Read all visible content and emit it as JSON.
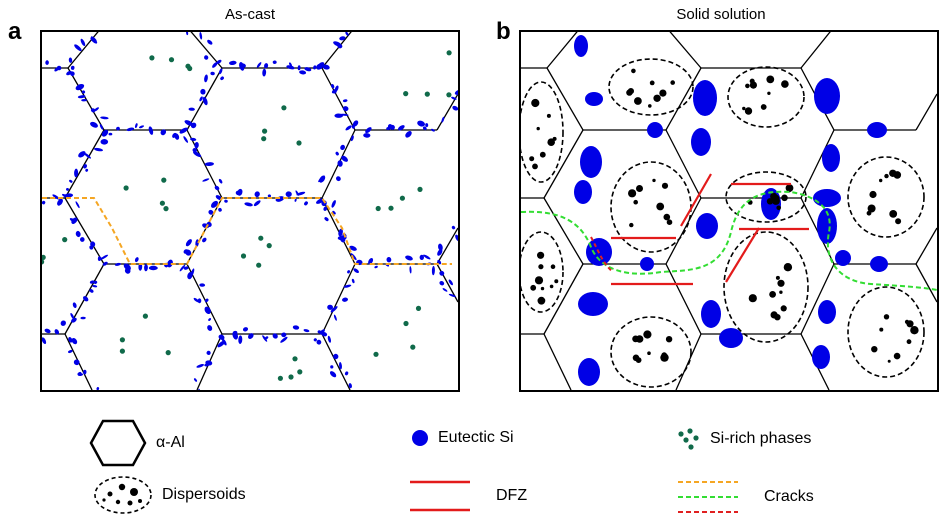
{
  "panels": [
    {
      "letter": "a",
      "title": "As-cast"
    },
    {
      "letter": "b",
      "title": "Solid solution"
    }
  ],
  "legend": {
    "alpha_al": "α-Al",
    "eutectic_si": "Eutectic Si",
    "si_rich": "Si-rich phases",
    "dispersoids": "Dispersoids",
    "dfz": "DFZ",
    "cracks": "Cracks"
  },
  "colors": {
    "eutectic_si": "#0000e6",
    "si_rich": "#106a4a",
    "crack_orange": "#f5a623",
    "crack_green": "#33dd33",
    "crack_red": "#e02020",
    "dfz": "#e31b1b"
  }
}
